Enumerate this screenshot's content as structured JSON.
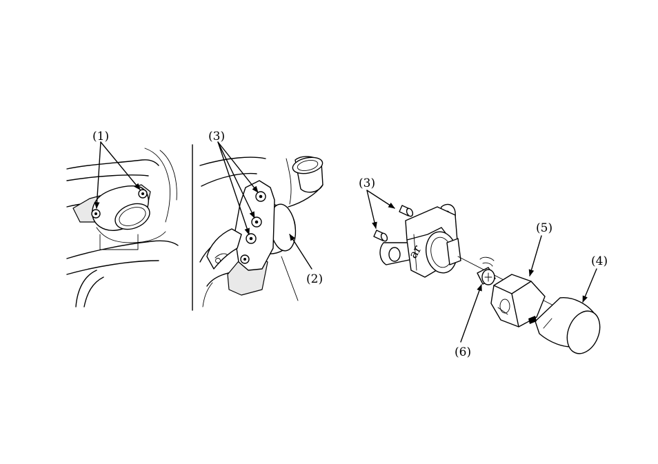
{
  "callouts": {
    "c1": "(1)",
    "c2": "(2)",
    "c3_left": "(3)",
    "c3_right": "(3)",
    "c4": "(4)",
    "c5": "(5)",
    "c6": "(6)"
  }
}
